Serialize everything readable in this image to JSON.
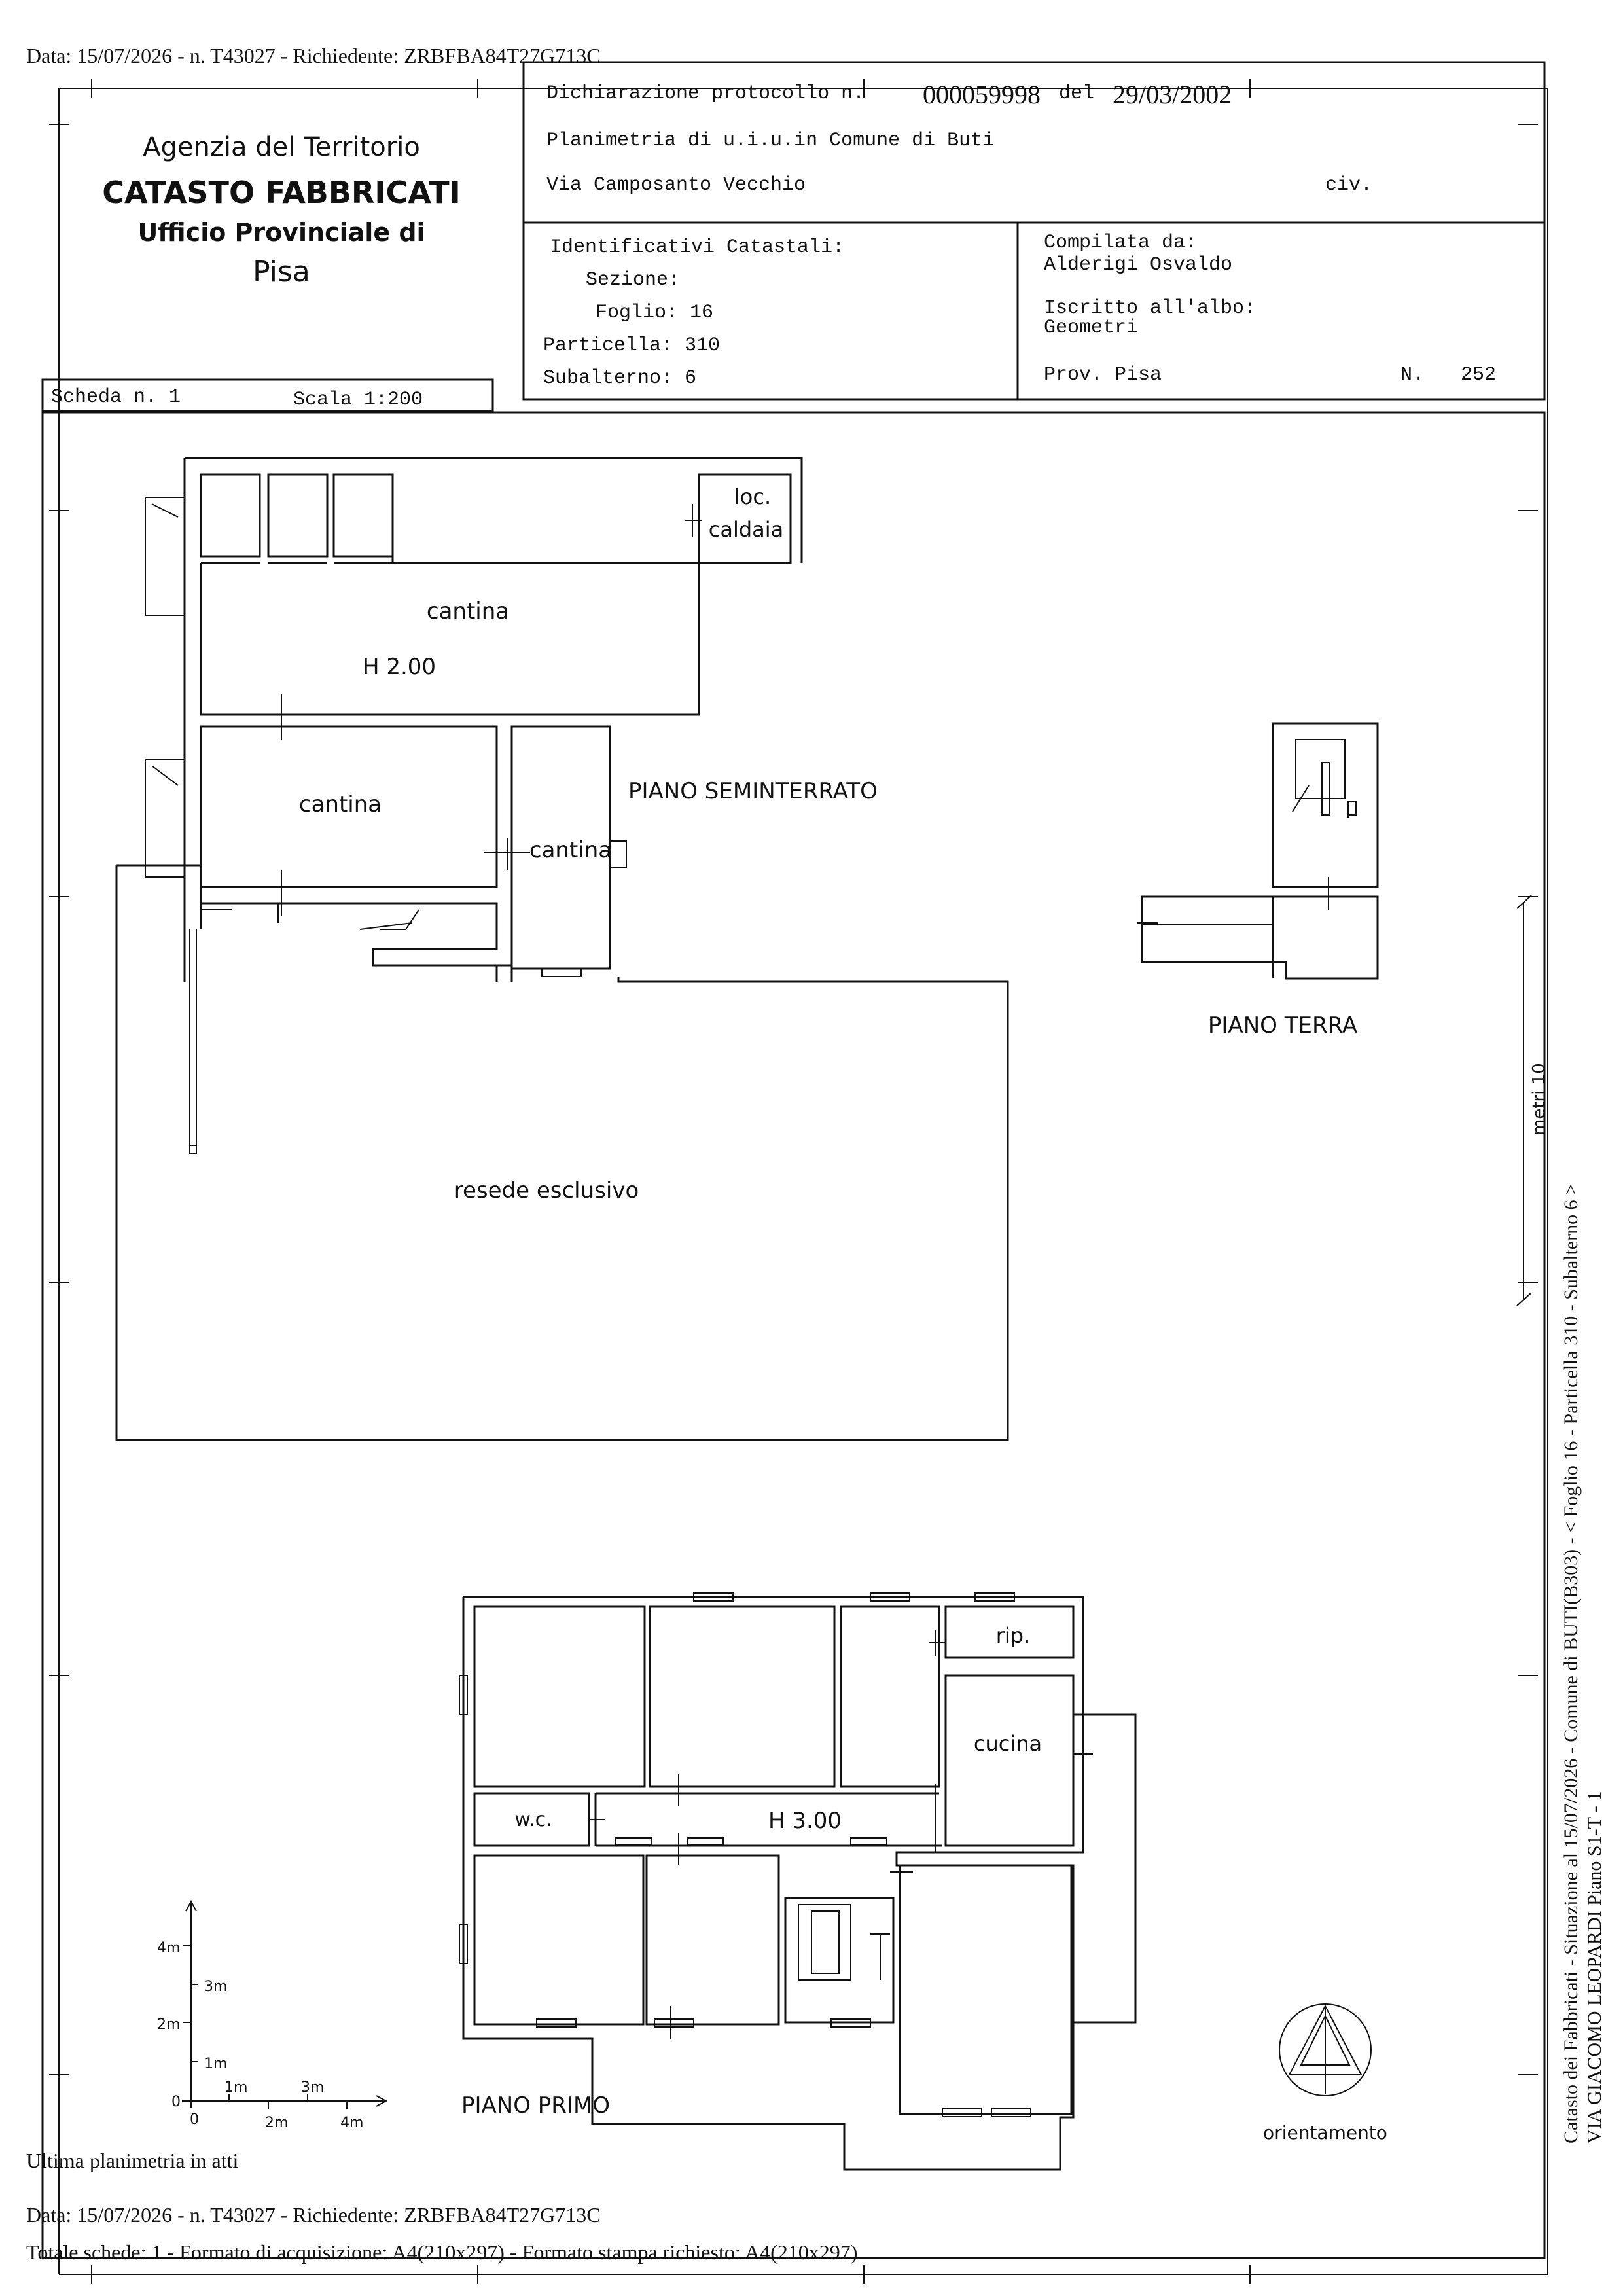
{
  "page": {
    "top_line": "Data: 15/07/2026 - n. T43027 - Richiedente: ZRBFBA84T27G713C",
    "footer_line1": "Ultima planimetria in atti",
    "footer_line2": "Data: 15/07/2026 - n. T43027 - Richiedente: ZRBFBA84T27G713C",
    "footer_line3": "Totale schede: 1 - Formato di acquisizione: A4(210x297)  - Formato stampa richiesto: A4(210x297)",
    "side_line1": "Catasto dei Fabbricati - Situazione al 15/07/2026 - Comune di BUTI(B303) - < Foglio 16 - Particella 310 - Subalterno 6 >",
    "side_line2": "VIA GIACOMO LEOPARDI Piano S1-T - 1"
  },
  "agency": {
    "line1": "Agenzia del Territorio",
    "line2": "CATASTO FABBRICATI",
    "line3": "Ufficio Provinciale di",
    "line4": "Pisa"
  },
  "header": {
    "protocol_label": "Dichiarazione protocollo n.",
    "protocol_number": "000059998",
    "protocol_del": "del",
    "protocol_date": "29/03/2002",
    "planimetria": "Planimetria di u.i.u.in Comune di Buti",
    "via": "Via Camposanto Vecchio",
    "civ": "civ."
  },
  "identifiers": {
    "title": "Identificativi Catastali:",
    "sezione": "Sezione:",
    "foglio": "Foglio: 16",
    "particella": "Particella: 310",
    "subalterno": "Subalterno: 6"
  },
  "compiler": {
    "compilata_label": "Compilata da:",
    "compilata_name": "Alderigi Osvaldo",
    "iscritto_label": "Iscritto all'albo:",
    "iscritto_value": "Geometri",
    "prov": "Prov. Pisa",
    "n_label": "N.",
    "n_value": "252"
  },
  "scheda": {
    "scheda": "Scheda n. 1",
    "scala": "Scala 1:200"
  },
  "rooms": {
    "loc": "loc.",
    "caldaia": "caldaia",
    "cantina1": "cantina",
    "h200": "H 2.00",
    "cantina2": "cantina",
    "cantina3": "cantina",
    "piano_seminterrato": "PIANO SEMINTERRATO",
    "piano_terra": "PIANO TERRA",
    "resede": "resede esclusivo",
    "rip": "rip.",
    "cucina": "cucina",
    "wc": "w.c.",
    "h300": "H 3.00",
    "piano_primo": "PIANO PRIMO",
    "orientamento": "orientamento",
    "metri": "metri 10"
  },
  "scale_bar": {
    "y_labels": [
      "4m",
      "3m",
      "2m",
      "1m",
      "0"
    ],
    "x_labels": [
      "1m",
      "3m",
      "0",
      "2m",
      "4m"
    ]
  }
}
